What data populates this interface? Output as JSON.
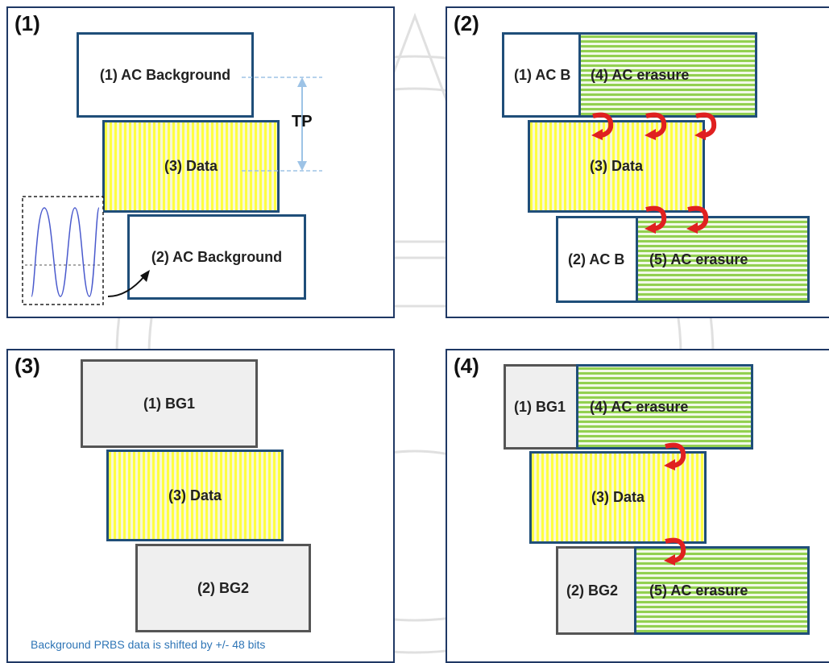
{
  "panels": [
    {
      "number": "(1)",
      "blocks": {
        "ac_bg_1": "(1) AC Background",
        "data": "(3) Data",
        "ac_bg_2": "(2) AC Background"
      },
      "tp_label": "TP"
    },
    {
      "number": "(2)",
      "blocks": {
        "ac_b_1": "(1) AC B",
        "erasure_4": "(4) AC erasure",
        "data": "(3) Data",
        "ac_b_2": "(2) AC B",
        "erasure_5": "(5) AC erasure"
      }
    },
    {
      "number": "(3)",
      "blocks": {
        "bg1": "(1) BG1",
        "data": "(3) Data",
        "bg2": "(2) BG2"
      },
      "note": "Background PRBS data is shifted by +/- 48 bits"
    },
    {
      "number": "(4)",
      "blocks": {
        "bg1": "(1) BG1",
        "erasure_4": "(4) AC erasure",
        "data": "(3) Data",
        "bg2": "(2) BG2",
        "erasure_5": "(5) AC erasure"
      }
    }
  ],
  "colors": {
    "border": "#1f3864",
    "data_fill": "#ffff40",
    "erasure_fill": "#92d050",
    "arrow": "#e02020",
    "note": "#2e75b6"
  },
  "icons": [
    "sine-wave-icon",
    "curved-arrow-icon"
  ]
}
